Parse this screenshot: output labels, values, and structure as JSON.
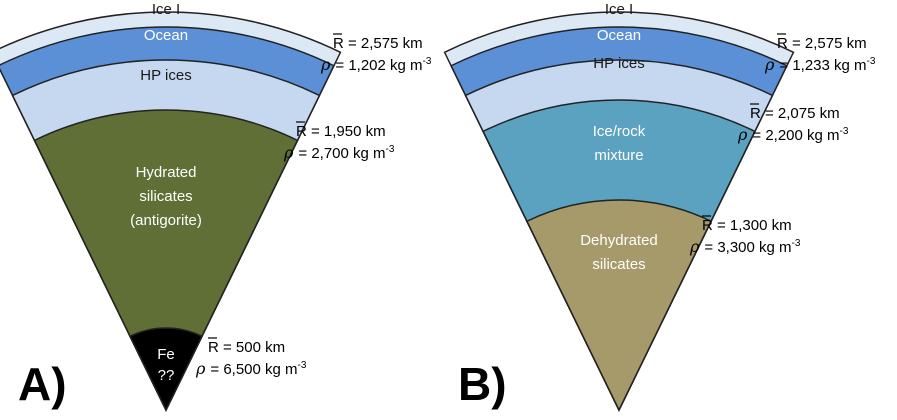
{
  "panels": [
    {
      "id": "A",
      "panel_label": "A)",
      "layers": [
        {
          "lines": [
            "Ice I"
          ],
          "fill": "#dce8f4",
          "text": "dark"
        },
        {
          "lines": [
            "Ocean"
          ],
          "fill": "#5b8fd6",
          "text": "light"
        },
        {
          "lines": [
            "HP ices"
          ],
          "fill": "#c5d8ef",
          "text": "dark"
        },
        {
          "lines": [
            "Hydrated",
            "silicates",
            "(antigorite)"
          ],
          "fill": "#5f6f35",
          "text": "light"
        },
        {
          "lines": [
            "Fe",
            "??"
          ],
          "fill": "#000000",
          "text": "light"
        }
      ],
      "annotations": [
        {
          "r_text": "R = 2,575 km",
          "rho_text": "= 1,202 kg m",
          "rho_exp": "-3"
        },
        {
          "r_text": "R = 1,950 km",
          "rho_text": "= 2,700 kg m",
          "rho_exp": "-3"
        },
        {
          "r_text": "R = 500 km",
          "rho_text": "= 6,500 kg m",
          "rho_exp": "-3"
        }
      ]
    },
    {
      "id": "B",
      "panel_label": "B)",
      "layers": [
        {
          "lines": [
            "Ice I"
          ],
          "fill": "#dce8f4",
          "text": "dark"
        },
        {
          "lines": [
            "Ocean"
          ],
          "fill": "#5b8fd6",
          "text": "light"
        },
        {
          "lines": [
            "HP ices"
          ],
          "fill": "#c5d8ef",
          "text": "dark"
        },
        {
          "lines": [
            "Ice/rock",
            "mixture"
          ],
          "fill": "#5aa2bf",
          "text": "light"
        },
        {
          "lines": [
            "Dehydrated",
            "silicates"
          ],
          "fill": "#a6996a",
          "text": "light"
        }
      ],
      "annotations": [
        {
          "r_text": "R = 2,575 km",
          "rho_text": "= 1,233 kg m",
          "rho_exp": "-3"
        },
        {
          "r_text": "R = 2,075 km",
          "rho_text": "= 2,200 kg m",
          "rho_exp": "-3"
        },
        {
          "r_text": "R = 1,300 km",
          "rho_text": "= 3,300 kg m",
          "rho_exp": "-3"
        }
      ]
    }
  ],
  "rho_symbol": "ρ"
}
